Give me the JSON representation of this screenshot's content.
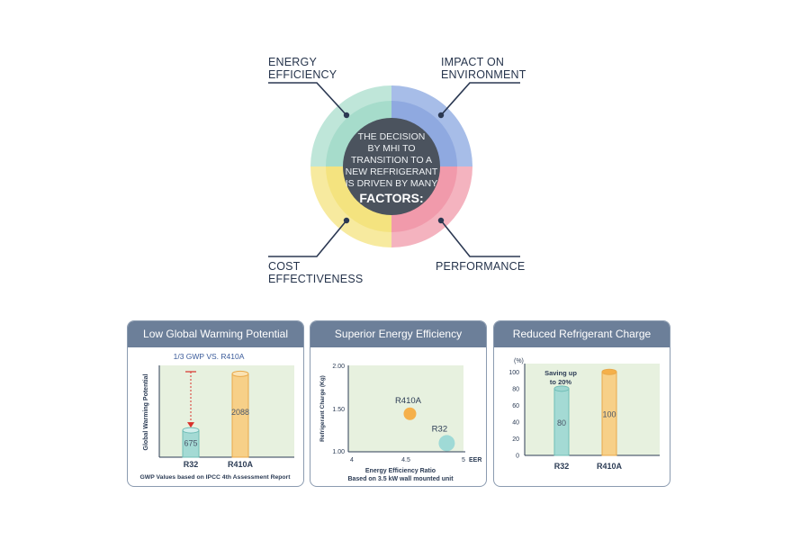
{
  "wheel": {
    "center_lines": [
      "THE DECISION",
      "BY MHI TO",
      "TRANSITION TO A",
      "NEW REFRIGERANT",
      "IS DRIVEN BY MANY"
    ],
    "center_emphasis": "FACTORS:",
    "colors": {
      "energy": "#a9dccc",
      "environment": "#a6bbe8",
      "cost": "#f6e79a",
      "performance": "#f4b0bd",
      "center": "#4a525d"
    }
  },
  "factors": {
    "energy": [
      "ENERGY",
      "EFFICIENCY"
    ],
    "environment": [
      "IMPACT ON",
      "ENVIRONMENT"
    ],
    "cost": [
      "COST",
      "EFFECTIVENESS"
    ],
    "performance": [
      "PERFORMANCE"
    ]
  },
  "panels": {
    "gwp": {
      "title": "Low Global Warming Potential"
    },
    "eer": {
      "title": "Superior Energy Efficiency"
    },
    "charge": {
      "title": "Reduced Refrigerant Charge"
    }
  },
  "chart_data": [
    {
      "type": "bar",
      "title": "Low Global Warming Potential",
      "annotation": "1/3 GWP VS. R410A",
      "ylabel": "Global Warming Potential",
      "xlabel": "",
      "footnote": "GWP Values based on IPCC 4th Assessment Report",
      "categories": [
        "R32",
        "R410A"
      ],
      "values": [
        675,
        2088
      ],
      "value_labels": [
        "675",
        "2088"
      ],
      "ylim": [
        0,
        2300
      ],
      "colors": [
        "#a4dad4",
        "#f7d088"
      ]
    },
    {
      "type": "scatter",
      "title": "Superior Energy Efficiency",
      "xlabel": "Energy Efficiency Ratio",
      "xlabel_suffix": "EER",
      "subtitle": "Based on 3.5 kW wall mounted unit",
      "ylabel": "Refrigerant Charge (Kg)",
      "xlim": [
        4,
        5
      ],
      "ylim": [
        1.0,
        2.0
      ],
      "x_ticks": [
        "4",
        "4.5",
        "5"
      ],
      "y_ticks": [
        "1.00",
        "1.50",
        "2.00"
      ],
      "points": [
        {
          "name": "R410A",
          "x": 4.52,
          "y": 1.44,
          "color": "#f5b04a"
        },
        {
          "name": "R32",
          "x": 4.85,
          "y": 1.1,
          "color": "#9fdad6"
        }
      ]
    },
    {
      "type": "bar",
      "title": "Reduced Refrigerant Charge",
      "ylabel_unit": "(%)",
      "annotation": [
        "Saving up",
        "to 20%"
      ],
      "categories": [
        "R32",
        "R410A"
      ],
      "values": [
        80,
        100
      ],
      "value_labels": [
        "80",
        "100"
      ],
      "ylim": [
        0,
        110
      ],
      "y_ticks": [
        "0",
        "20",
        "40",
        "60",
        "80",
        "100"
      ],
      "colors": [
        "#a4dad4",
        "#f7d088"
      ]
    }
  ]
}
